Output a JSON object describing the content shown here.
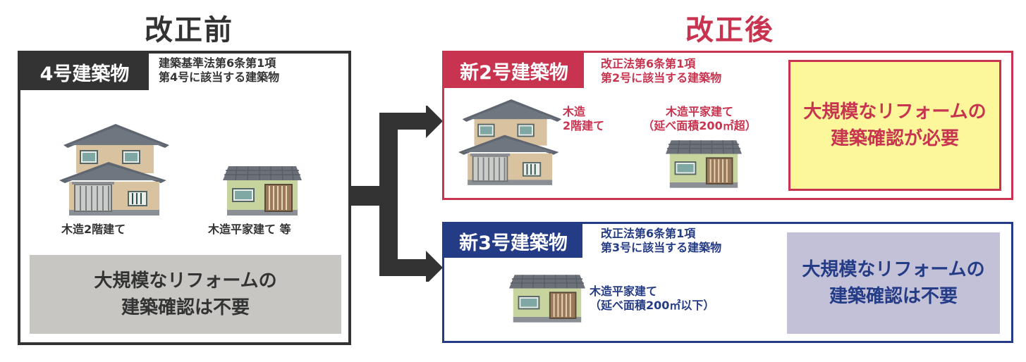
{
  "heading_before": "改正前",
  "heading_after": "改正後",
  "before": {
    "tag": "4号建築物",
    "clause_line1": "建築基準法第6条第1項",
    "clause_line2": "第4号に該当する建築物",
    "caption_two_story": "木造2階建て",
    "caption_one_story": "木造平家建て 等",
    "verdict_line1": "大規模なリフォームの",
    "verdict_line2": "建築確認は不要"
  },
  "new2": {
    "tag": "新2号建築物",
    "clause_line1": "改正法第6条第1項",
    "clause_line2": "第2号に該当する建築物",
    "caption_two_story_line1": "木造",
    "caption_two_story_line2": "2階建て",
    "caption_one_story_line1": "木造平家建て",
    "caption_one_story_line2": "（延べ面積200㎡超）",
    "verdict_line1": "大規模なリフォームの",
    "verdict_line2": "建築確認が必要"
  },
  "new3": {
    "tag": "新3号建築物",
    "clause_line1": "改正法第6条第1項",
    "clause_line2": "第3号に該当する建築物",
    "caption_one_story_line1": "木造平家建て",
    "caption_one_story_line2": "（延べ面積200㎡以下）",
    "verdict_line1": "大規模なリフォームの",
    "verdict_line2": "建築確認は不要"
  },
  "colors": {
    "before": "#333333",
    "new2": "#c8344f",
    "new3": "#243b86",
    "yellow_box": "#fbf79a",
    "gray_box": "#c7c6c3",
    "lavender_box": "#c3c1d8"
  },
  "icons": [
    "two-story-house-icon",
    "one-story-house-icon",
    "bracket-arrow-icon"
  ]
}
